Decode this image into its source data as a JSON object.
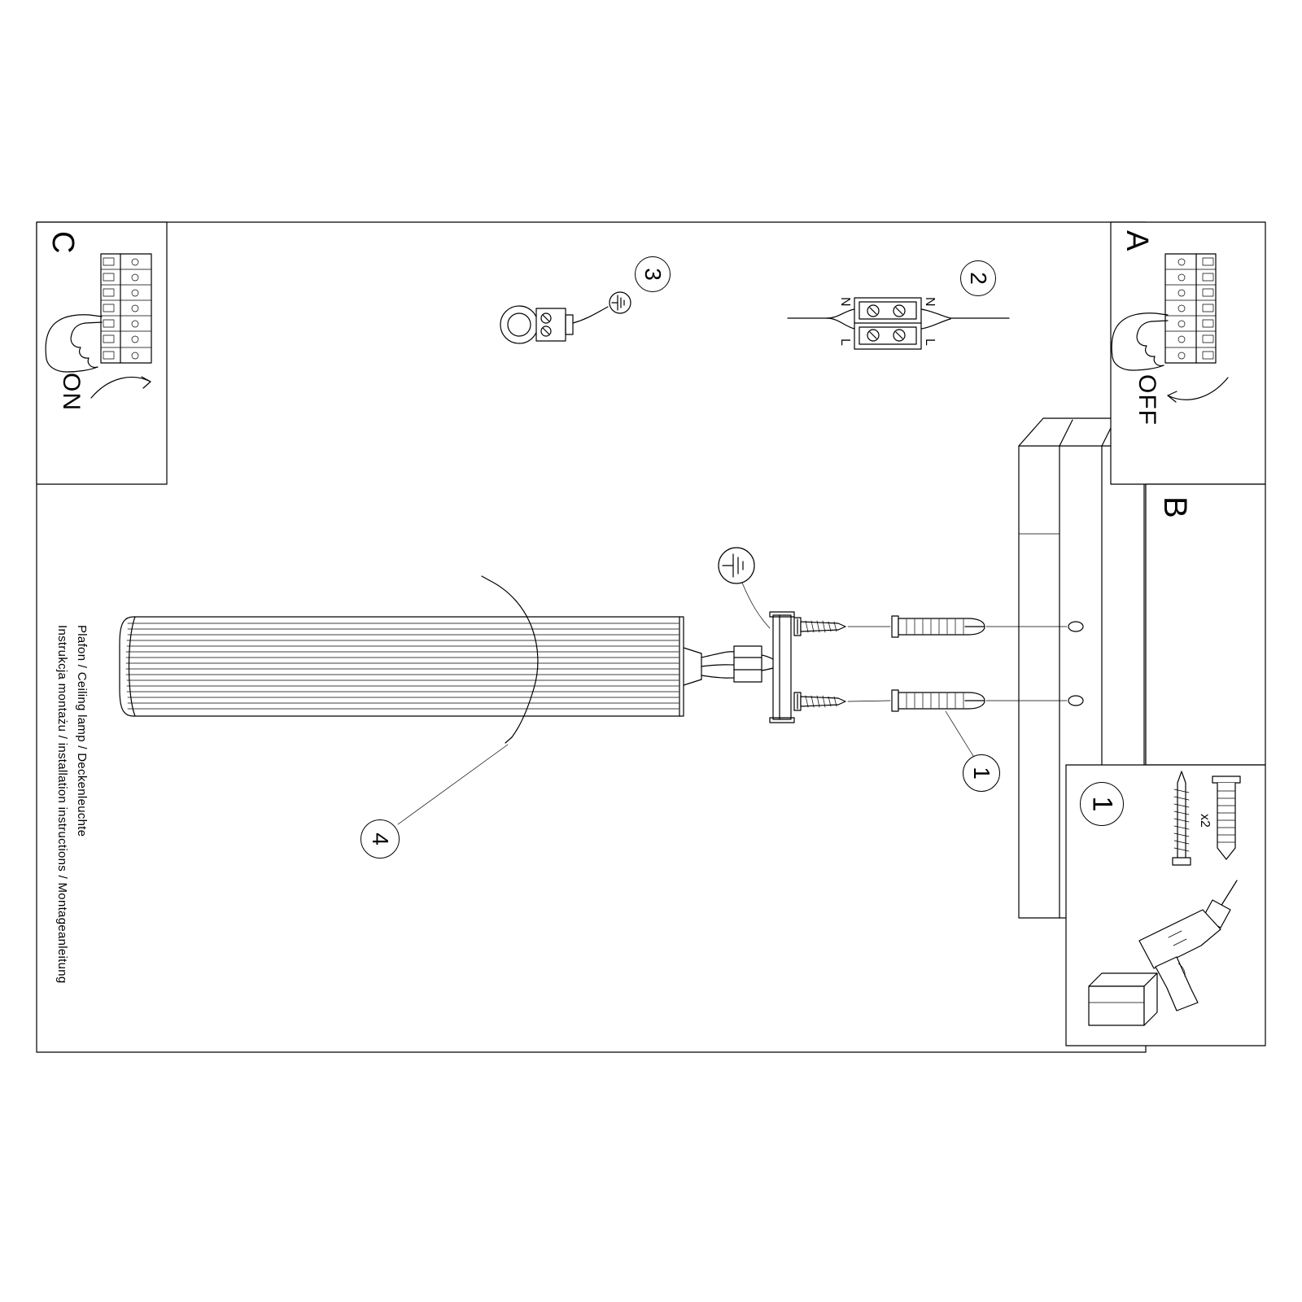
{
  "page": {
    "background": "#ffffff",
    "line_color": "#000000"
  },
  "footer": {
    "line1": "Instrukcja montażu / installation instructions / Montageanleitung",
    "line2": "Plafon / Ceiling lamp / Deckenleuchte"
  },
  "panels": {
    "a": {
      "label": "A",
      "switch_state": "OFF"
    },
    "b": {
      "label": "B"
    },
    "c": {
      "label": "C",
      "switch_state": "ON"
    },
    "hardware": {
      "number": "1",
      "quantity": "x2"
    }
  },
  "callouts": {
    "step1": "1",
    "step2": "2",
    "step3": "3",
    "step4": "4"
  },
  "wiring": {
    "neutral": "N",
    "live": "L"
  }
}
